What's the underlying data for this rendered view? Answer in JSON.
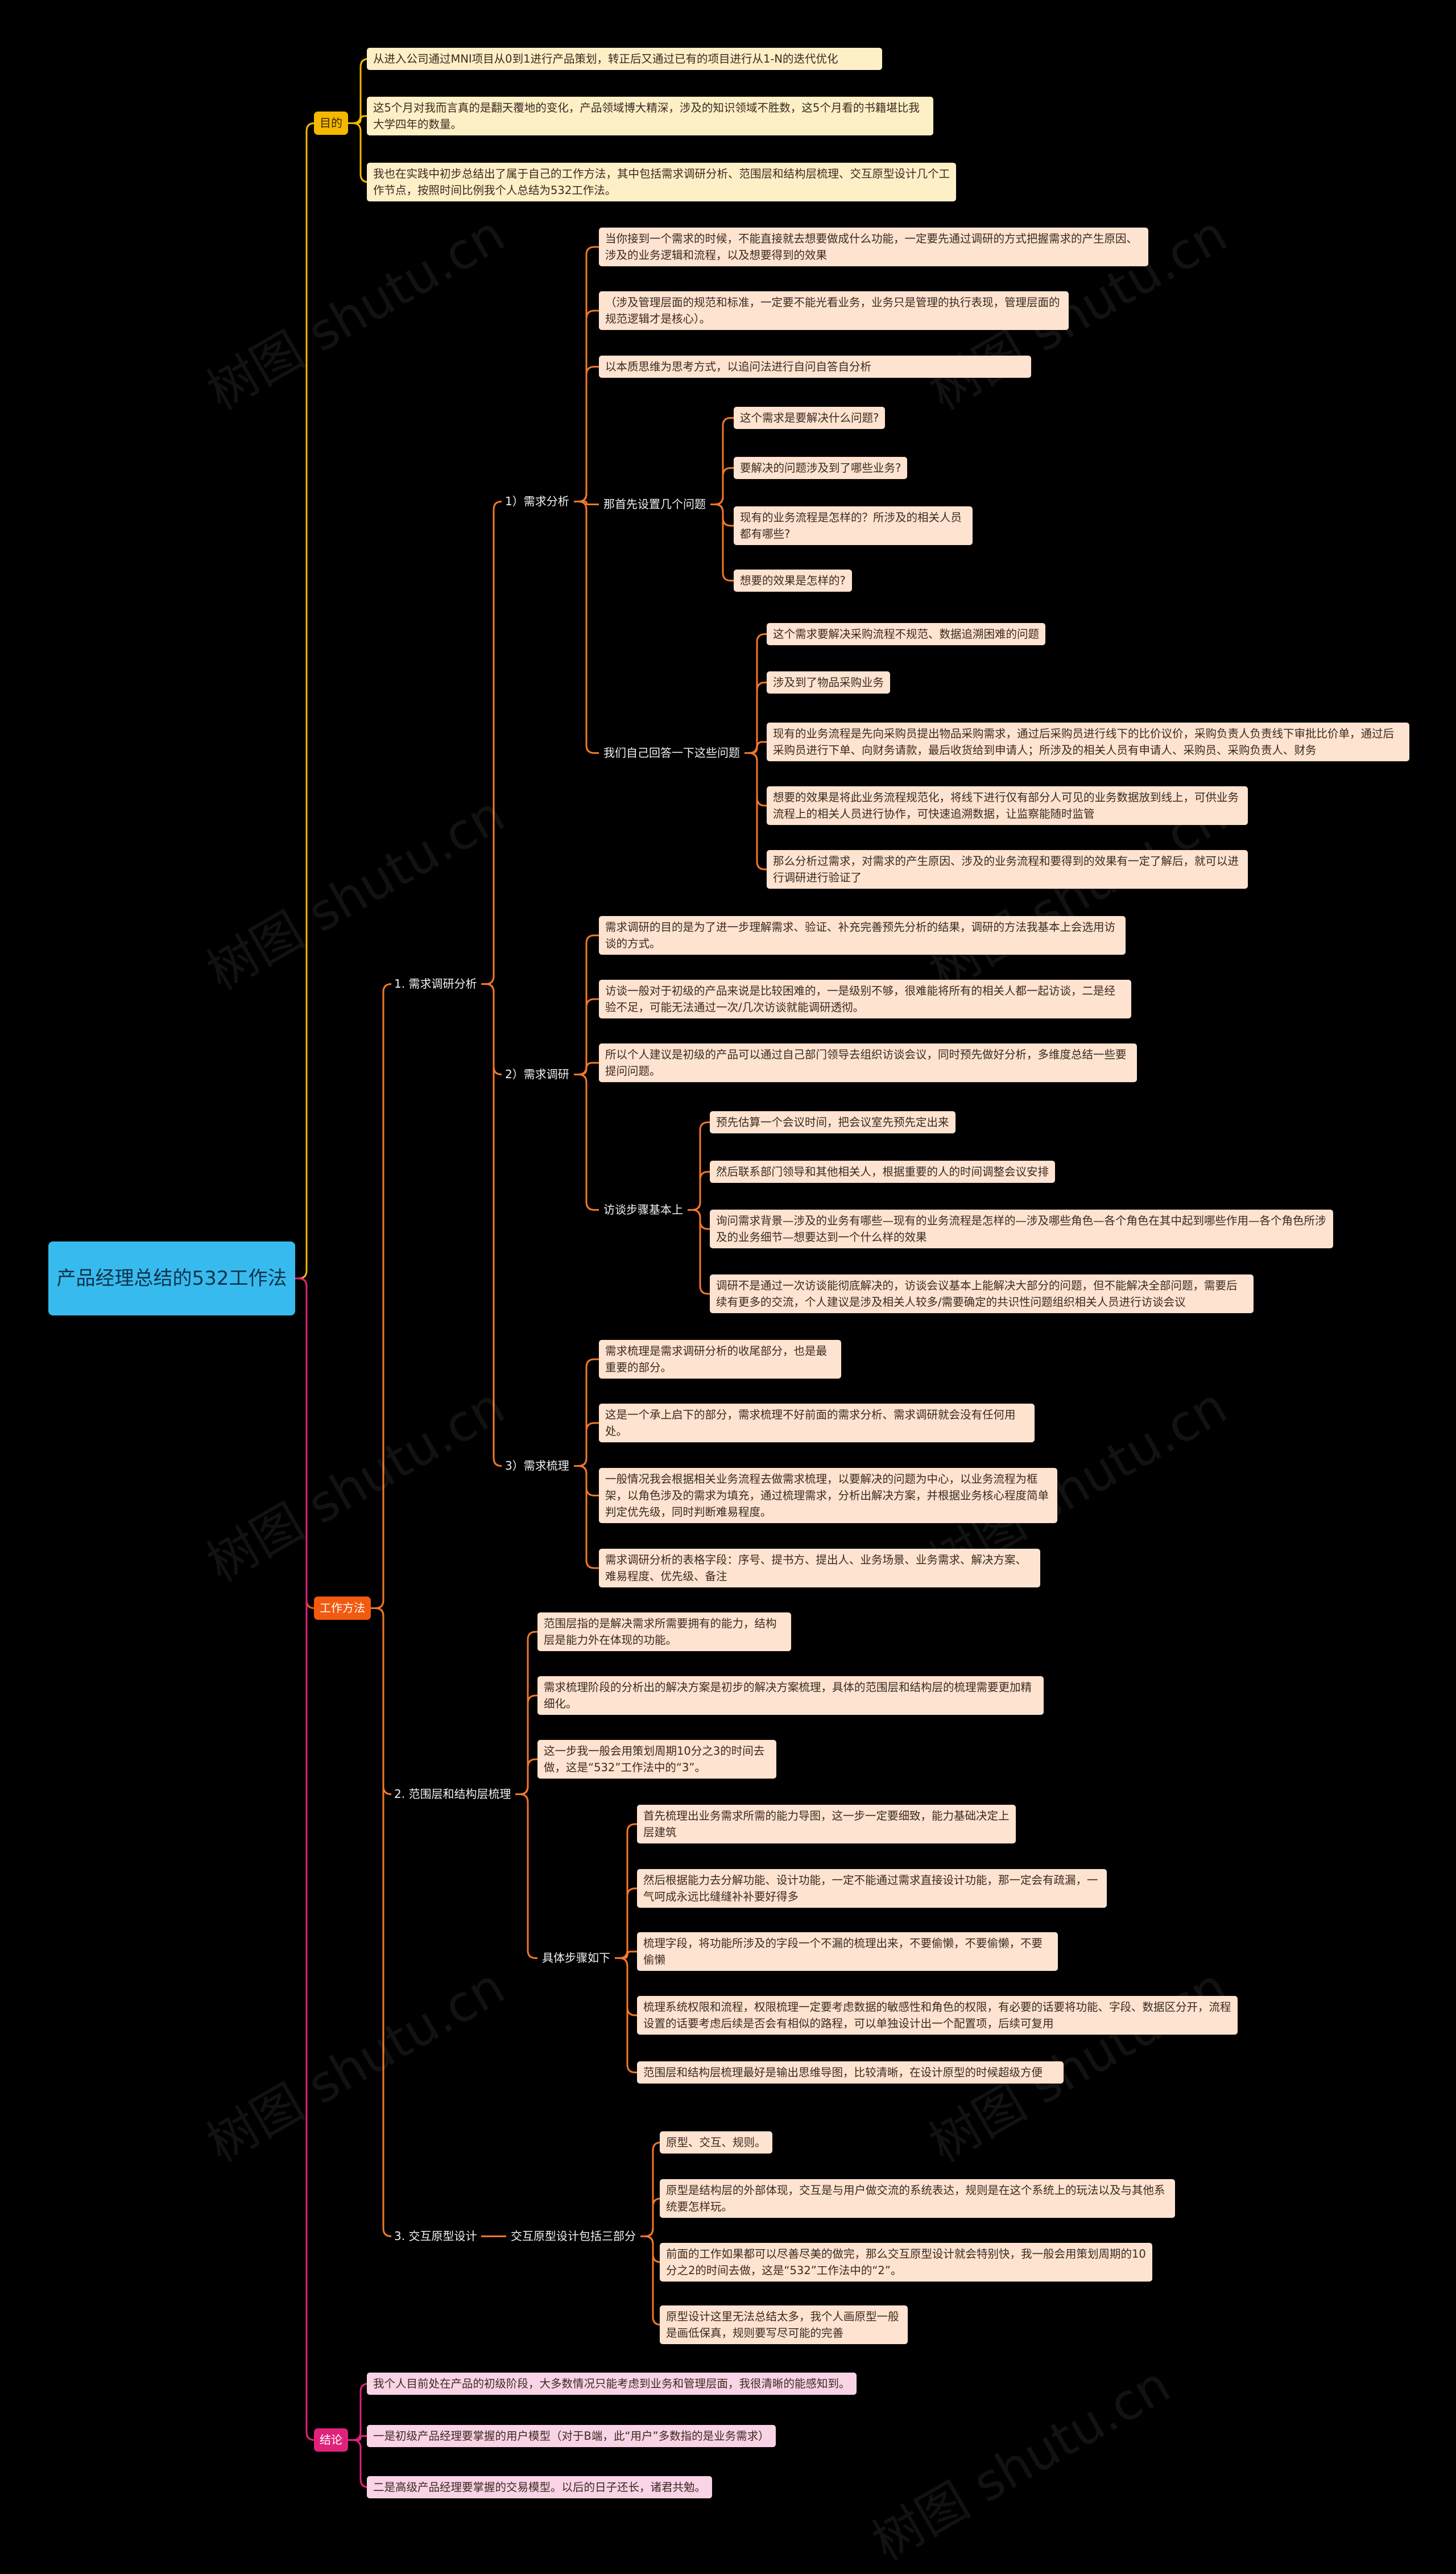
{
  "root": "产品经理总结的532工作法",
  "categories": {
    "goal": "目的",
    "method": "工作方法",
    "conclusion": "结论"
  },
  "goal_items": [
    "从进入公司通过MNI项目从0到1进行产品策划，转正后又通过已有的项目进行从1-N的迭代优化",
    "这5个月对我而言真的是翻天覆地的变化，产品领域博大精深，涉及的知识领域不胜数，这5个月看的书籍堪比我大学四年的数量。",
    "我也在实践中初步总结出了属于自己的工作方法，其中包括需求调研分析、范围层和结构层梳理、交互原型设计几个工作节点，按照时间比例我个人总结为532工作法。"
  ],
  "method": {
    "s1": {
      "title": "1. 需求调研分析",
      "a": {
        "title": "1）需求分析",
        "items": [
          "当你接到一个需求的时候，不能直接就去想要做成什么功能，一定要先通过调研的方式把握需求的产生原因、涉及的业务逻辑和流程，以及想要得到的效果",
          "（涉及管理层面的规范和标准，一定要不能光看业务，业务只是管理的执行表现，管理层面的规范逻辑才是核心）。",
          "以本质思维为思考方式，以追问法进行自问自答自分析"
        ],
        "q_title": "那首先设置几个问题",
        "questions": [
          "这个需求是要解决什么问题?",
          "要解决的问题涉及到了哪些业务?",
          "现有的业务流程是怎样的？所涉及的相关人员都有哪些?",
          "想要的效果是怎样的?"
        ],
        "ans_title": "我们自己回答一下这些问题",
        "answers": [
          "这个需求要解决采购流程不规范、数据追溯困难的问题",
          "涉及到了物品采购业务",
          "现有的业务流程是先向采购员提出物品采购需求，通过后采购员进行线下的比价议价，采购负责人负责线下审批比价单，通过后采购员进行下单、向财务请款，最后收货给到申请人；所涉及的相关人员有申请人、采购员、采购负责人、财务",
          "想要的效果是将此业务流程规范化，将线下进行仅有部分人可见的业务数据放到线上，可供业务流程上的相关人员进行协作，可快速追溯数据，让监察能随时监管",
          "那么分析过需求，对需求的产生原因、涉及的业务流程和要得到的效果有一定了解后，就可以进行调研进行验证了"
        ]
      },
      "b": {
        "title": "2）需求调研",
        "items": [
          "需求调研的目的是为了进一步理解需求、验证、补充完善预先分析的结果，调研的方法我基本上会选用访谈的方式。",
          "访谈一般对于初级的产品来说是比较困难的，一是级别不够，很难能将所有的相关人都一起访谈，二是经验不足，可能无法通过一次/几次访谈就能调研透彻。",
          "所以个人建议是初级的产品可以通过自己部门领导去组织访谈会议，同时预先做好分析，多维度总结一些要提问问题。"
        ],
        "steps_title": "访谈步骤基本上",
        "steps": [
          "预先估算一个会议时间，把会议室先预先定出来",
          "然后联系部门领导和其他相关人，根据重要的人的时间调整会议安排",
          "询问需求背景—涉及的业务有哪些—现有的业务流程是怎样的—涉及哪些角色—各个角色在其中起到哪些作用—各个角色所涉及的业务细节—想要达到一个什么样的效果",
          "调研不是通过一次访谈能彻底解决的，访谈会议基本上能解决大部分的问题，但不能解决全部问题，需要后续有更多的交流，个人建议是涉及相关人较多/需要确定的共识性问题组织相关人员进行访谈会议"
        ]
      },
      "c": {
        "title": "3）需求梳理",
        "items": [
          "需求梳理是需求调研分析的收尾部分，也是最重要的部分。",
          "这是一个承上启下的部分，需求梳理不好前面的需求分析、需求调研就会没有任何用处。",
          "一般情况我会根据相关业务流程去做需求梳理，以要解决的问题为中心，以业务流程为框架，以角色涉及的需求为填充，通过梳理需求，分析出解决方案，并根据业务核心程度简单判定优先级，同时判断难易程度。",
          "需求调研分析的表格字段：序号、提书方、提出人、业务场景、业务需求、解决方案、难易程度、优先级、备注"
        ]
      }
    },
    "s2": {
      "title": "2. 范围层和结构层梳理",
      "items": [
        "范围层指的是解决需求所需要拥有的能力，结构层是能力外在体现的功能。",
        "需求梳理阶段的分析出的解决方案是初步的解决方案梳理，具体的范围层和结构层的梳理需要更加精细化。",
        "这一步我一般会用策划周期10分之3的时间去做，这是“532”工作法中的“3”。"
      ],
      "steps_title": "具体步骤如下",
      "steps": [
        "首先梳理出业务需求所需的能力导图，这一步一定要细致，能力基础决定上层建筑",
        "然后根据能力去分解功能、设计功能，一定不能通过需求直接设计功能，那一定会有疏漏，一气呵成永远比缝缝补补要好得多",
        "梳理字段，将功能所涉及的字段一个不漏的梳理出来，不要偷懒，不要偷懒，不要偷懒",
        "梳理系统权限和流程，权限梳理一定要考虑数据的敏感性和角色的权限，有必要的话要将功能、字段、数据区分开，流程设置的话要考虑后续是否会有相似的路程，可以单独设计出一个配置项，后续可复用",
        "范围层和结构层梳理最好是输出思维导图，比较清晰，在设计原型的时候超级方便"
      ]
    },
    "s3": {
      "title": "3. 交互原型设计",
      "sub_title": "交互原型设计包括三部分",
      "items": [
        "原型、交互、规则。",
        "原型是结构层的外部体现，交互是与用户做交流的系统表达，规则是在这个系统上的玩法以及与其他系统要怎样玩。",
        "前面的工作如果都可以尽善尽美的做完，那么交互原型设计就会特别快，我一般会用策划周期的10分之2的时间去做，这是“532”工作法中的“2”。",
        "原型设计这里无法总结太多，我个人画原型一般是画低保真，规则要写尽可能的完善"
      ]
    }
  },
  "conclusion_items": [
    "我个人目前处在产品的初级阶段，大多数情况只能考虑到业务和管理层面，我很清晰的能感知到。",
    "一是初级产品经理要掌握的用户模型（对于B端，此“用户”多数指的是业务需求）",
    "二是高级产品经理要掌握的交易模型。以后的日子还长，诸君共勉。"
  ],
  "watermark": "树图 shutu.cn",
  "colors": {
    "background": "#000000",
    "root": "#37bbef",
    "goal": "#f5b800",
    "method": "#f25a10",
    "conclusion": "#e0237a",
    "leaf": "#fde3d0"
  }
}
